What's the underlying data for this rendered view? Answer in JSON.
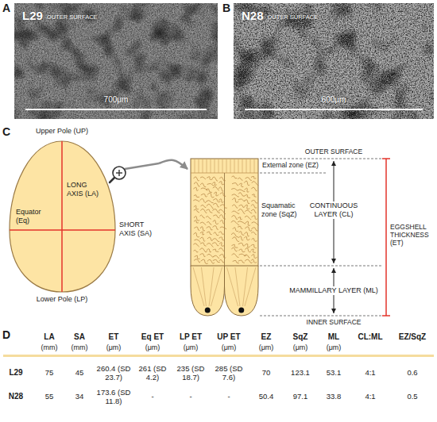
{
  "diagram": {
    "nodes": [
      {
        "text": [
          "L29",
          "OUTER SURFACE",
          "700μm"
        ]
      },
      {
        "text": [
          "N28",
          "OUTER SURFACE",
          "600μm"
        ]
      },
      {
        "text": [
          "Upper Pole (UP)",
          "LONG AXIS (LA)",
          "Equator (Eq)",
          "SHORT AXIS (SA)",
          "Lower Pole (LP)"
        ]
      },
      {
        "text": [
          "External zone (EZ)",
          "Squamatic zone (SqZ)"
        ]
      }
    ],
    "edges": [
      {
        "from": 2,
        "to": 3,
        "arrow": "to"
      }
    ],
    "labels": [
      "A",
      "B",
      "C",
      "D",
      "OUTER SURFACE",
      "CONTINUOUS LAYER (CL)",
      "MAMMILLARY LAYER (ML)",
      "EGGSHELL THICKNESS (ET)",
      "INNER SURFACE",
      "LA",
      "SA",
      "ET",
      "Eq ET",
      "LP ET",
      "UP ET",
      "EZ",
      "SqZ",
      "ML",
      "CL:ML",
      "EZ/SqZ",
      "(mm)",
      "(mm)",
      "(μm)",
      "(μm)",
      "(μm)",
      "(μm)",
      "(μm)",
      "(μm)",
      "(μm)",
      "L29",
      "75",
      "45",
      "260.4 (SD 23.7)",
      "261 (SD 4.2)",
      "235 (SD 18.7)",
      "285 (SD 7.6)",
      "70",
      "123.1",
      "53.1",
      "4:1",
      "0.6",
      "N28",
      "55",
      "34",
      "173.6 (SD 11.8)",
      "-",
      "-",
      "-",
      "50.4",
      "97.1",
      "33.8",
      "4:1",
      "0.5"
    ]
  }
}
